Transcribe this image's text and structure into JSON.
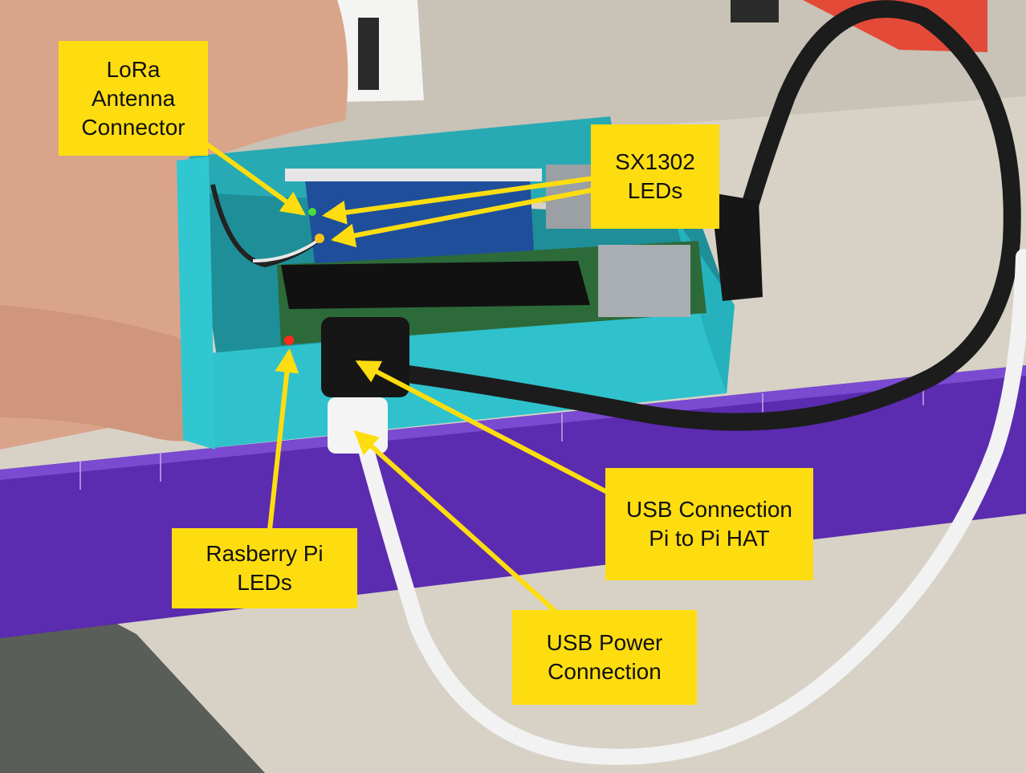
{
  "photo": {
    "colors": {
      "desk": "#d8d2c6",
      "floor": "#5a5e58",
      "enclosure": "#2fc2cc",
      "ruler": "#5b2bb0",
      "hat_board": "#1f4f9a",
      "cable_black": "#1c1c1c",
      "cable_white": "#f2f2f2",
      "skin": "#d9a48a",
      "callout": "#fedd10",
      "arrow": "#fedd10"
    },
    "led_colors": {
      "green": "#49e03c",
      "amber": "#f7c21a",
      "red": "#ff2a1a"
    }
  },
  "callouts": {
    "lora_antenna": {
      "lines": [
        "LoRa",
        "Antenna",
        "Connector"
      ]
    },
    "sx1302_leds": {
      "lines": [
        "SX1302",
        "LEDs"
      ]
    },
    "raspberry_pi_leds": {
      "lines": [
        "Rasberry Pi",
        "LEDs"
      ]
    },
    "usb_pi_to_hat": {
      "lines": [
        "USB Connection",
        "Pi to Pi HAT"
      ]
    },
    "usb_power": {
      "lines": [
        "USB Power",
        "Connection"
      ]
    }
  }
}
